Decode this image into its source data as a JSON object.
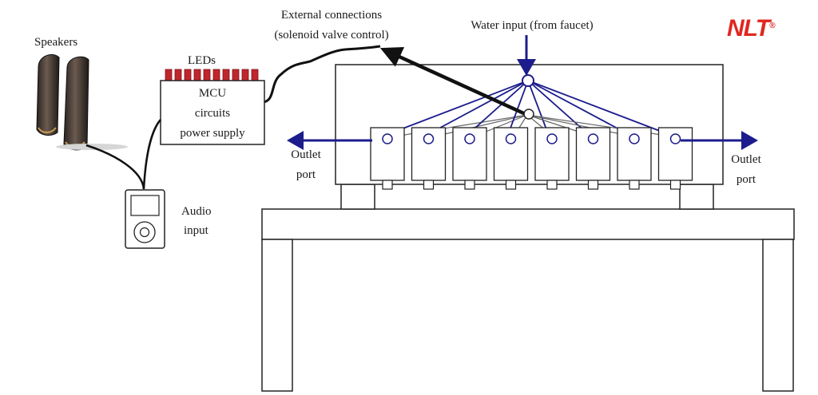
{
  "labels": {
    "speakers": "Speakers",
    "leds": "LEDs",
    "mcu_line1": "MCU",
    "mcu_line2": "circuits",
    "mcu_line3": "power supply",
    "audio_line1": "Audio",
    "audio_line2": "input",
    "external_line1": "External connections",
    "external_line2": "(solenoid valve control)",
    "water_input": "Water input (from faucet)",
    "outlet_left_line1": "Outlet",
    "outlet_left_line2": "port",
    "outlet_right_line1": "Outlet",
    "outlet_right_line2": "port"
  },
  "logo": {
    "text": "NLT",
    "mark": "®"
  },
  "colors": {
    "pipe": "#1c1c8c",
    "led": "#c0262c",
    "logo": "#e0271f",
    "wire": "#111111"
  },
  "valves": {
    "count": 8
  },
  "icons": [
    "speaker-icon",
    "media-player-icon",
    "led-icon",
    "valve-icon"
  ]
}
